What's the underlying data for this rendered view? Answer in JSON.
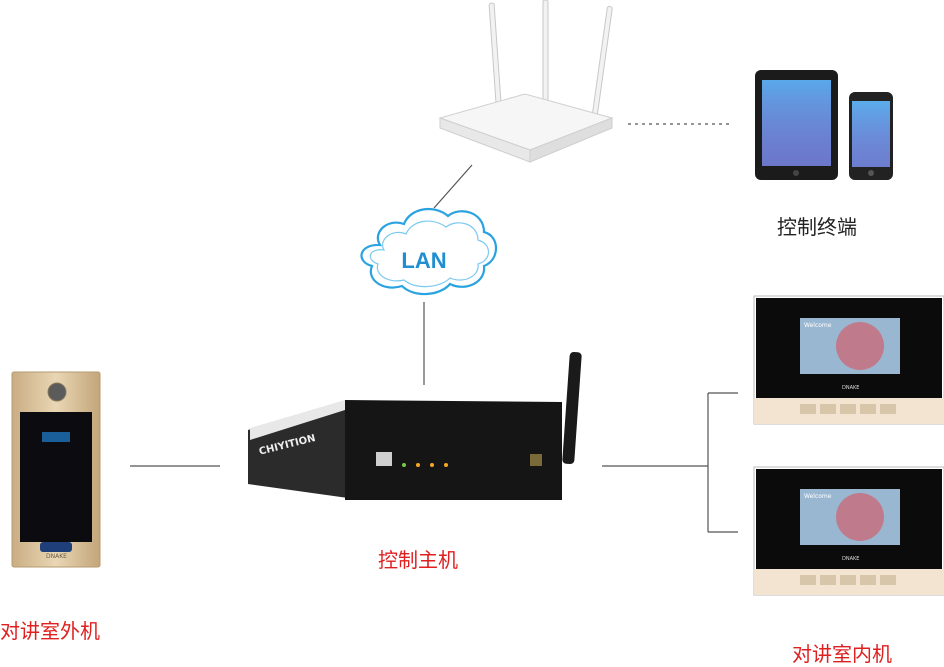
{
  "colors": {
    "line": "#555555",
    "cloud_stroke": "#2aa3e0",
    "cloud_text": "#1f8fd0",
    "label_red": "#e02020",
    "label_black": "#222222"
  },
  "nodes": {
    "cloud": {
      "text": "LAN"
    },
    "control_terminal": {
      "label": "控制终端"
    },
    "control_host": {
      "label": "控制主机",
      "brand": "CHIYITION"
    },
    "outdoor_unit": {
      "label": "对讲室外机",
      "brand": "DNAKE"
    },
    "indoor_unit": {
      "label": "对讲室内机",
      "brand": "DNAKE",
      "screen_text": "Welcome"
    }
  }
}
